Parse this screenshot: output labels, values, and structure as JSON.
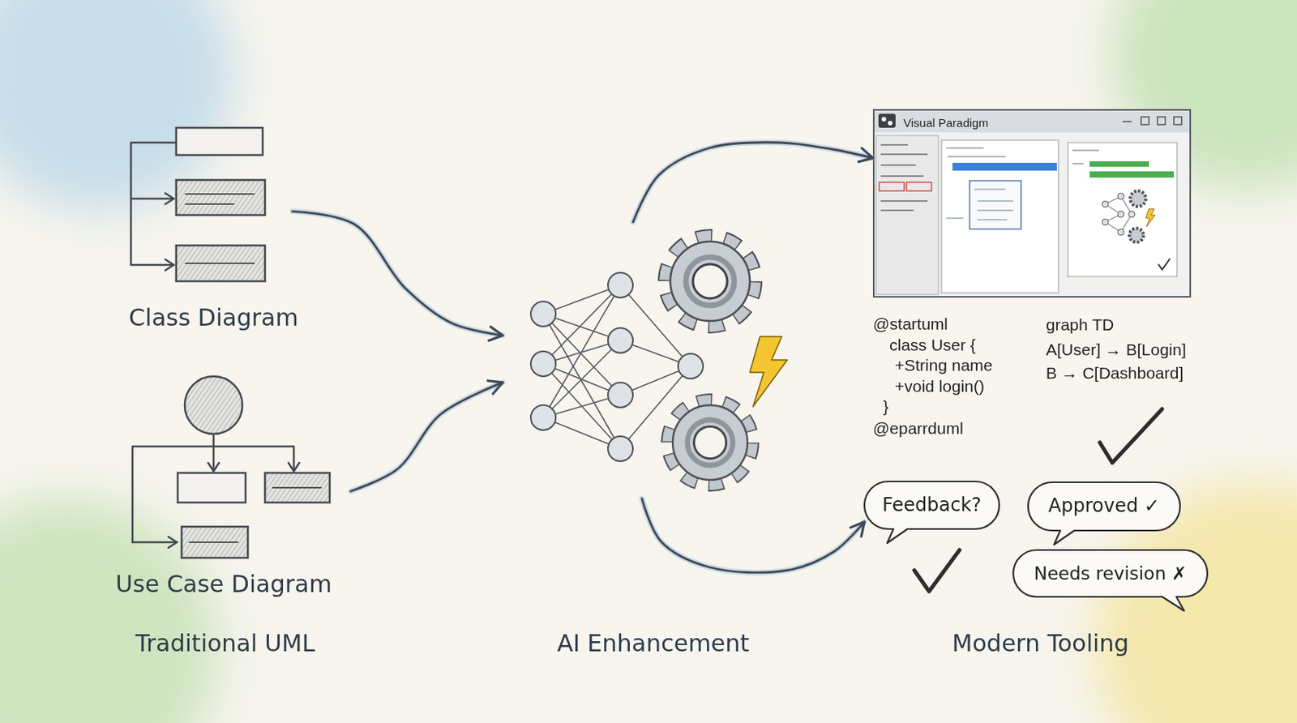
{
  "diagram": {
    "nodes": [
      {
        "text": [
          "Class Diagram"
        ]
      },
      {
        "text": [
          "Use Case Diagram"
        ]
      },
      {
        "text": [
          "AI Enhancement"
        ]
      },
      {
        "text": [
          "Visual Paradigm"
        ]
      },
      {
        "text": [
          "Feedback?"
        ]
      },
      {
        "text": [
          "Approved ✓"
        ]
      },
      {
        "text": [
          "Needs revision ✗"
        ]
      }
    ],
    "edges": [
      {
        "from": 0,
        "to": 2,
        "arrow": "to"
      },
      {
        "from": 1,
        "to": 2,
        "arrow": "to"
      },
      {
        "from": 2,
        "to": 3,
        "arrow": "to"
      },
      {
        "from": 2,
        "to": 4,
        "arrow": "to"
      }
    ],
    "labels": [
      "@startuml",
      "class User {",
      "+String name",
      "+void login()",
      "}",
      "@eparrduml",
      "graph TD",
      "A[User] → B[Login]",
      "B → C[Dashboard]",
      "Traditional UML",
      "Modern Tooling"
    ]
  }
}
